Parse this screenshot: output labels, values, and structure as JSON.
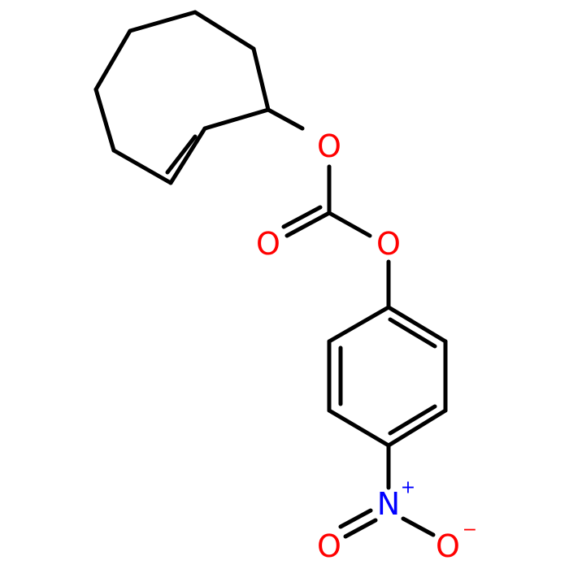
{
  "colors": {
    "bond": "#000000",
    "oxygen": "#ff0000",
    "nitrogen": "#0000ff",
    "background": "#ffffff"
  },
  "atoms": {
    "o_ether_ring": {
      "symbol": "O"
    },
    "o_carbonyl": {
      "symbol": "O"
    },
    "o_ether_aryl": {
      "symbol": "O"
    },
    "n_nitro": {
      "symbol": "N",
      "charge": "+"
    },
    "o_nitro_left": {
      "symbol": "O"
    },
    "o_nitro_right": {
      "symbol": "O",
      "charge": "−"
    }
  }
}
